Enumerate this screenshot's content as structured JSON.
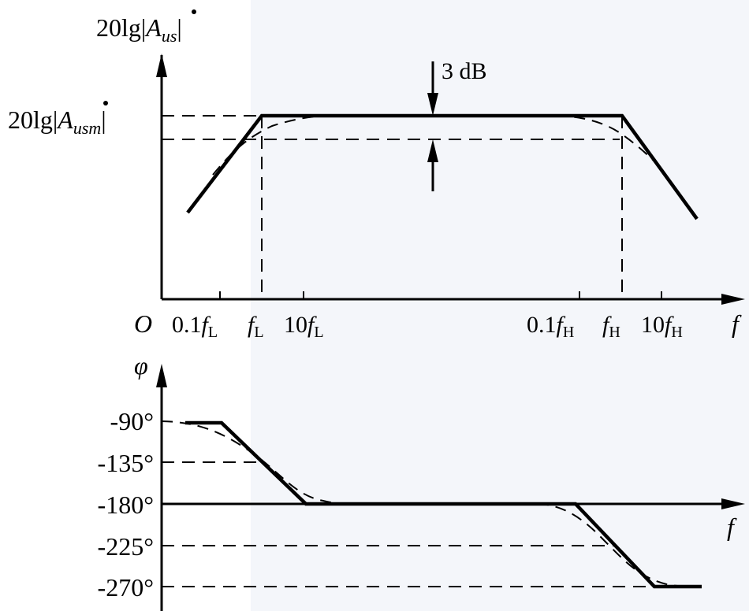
{
  "magnitude_plot": {
    "y_axis_label": {
      "main": "20lg|",
      "symbol": "A",
      "sub": "us",
      "close": "|"
    },
    "y_level_label": {
      "main": "20lg|",
      "symbol": "A",
      "sub": "usm",
      "close": "|"
    },
    "db_annotation": "3 dB",
    "origin_label": "O",
    "x_axis_label": "f",
    "x_ticks": [
      {
        "coef": "0.1",
        "sym": "f",
        "sub": "L"
      },
      {
        "coef": "",
        "sym": "f",
        "sub": "L"
      },
      {
        "coef": "10",
        "sym": "f",
        "sub": "L"
      },
      {
        "coef": "0.1",
        "sym": "f",
        "sub": "H"
      },
      {
        "coef": "",
        "sym": "f",
        "sub": "H"
      },
      {
        "coef": "10",
        "sym": "f",
        "sub": "H"
      }
    ]
  },
  "phase_plot": {
    "y_axis_label": "φ",
    "x_axis_label": "f",
    "y_ticks": [
      "-90°",
      "-135°",
      "-180°",
      "-225°",
      "-270°"
    ]
  },
  "colors": {
    "line": "#000000",
    "background_right": "#f4f6fa"
  }
}
